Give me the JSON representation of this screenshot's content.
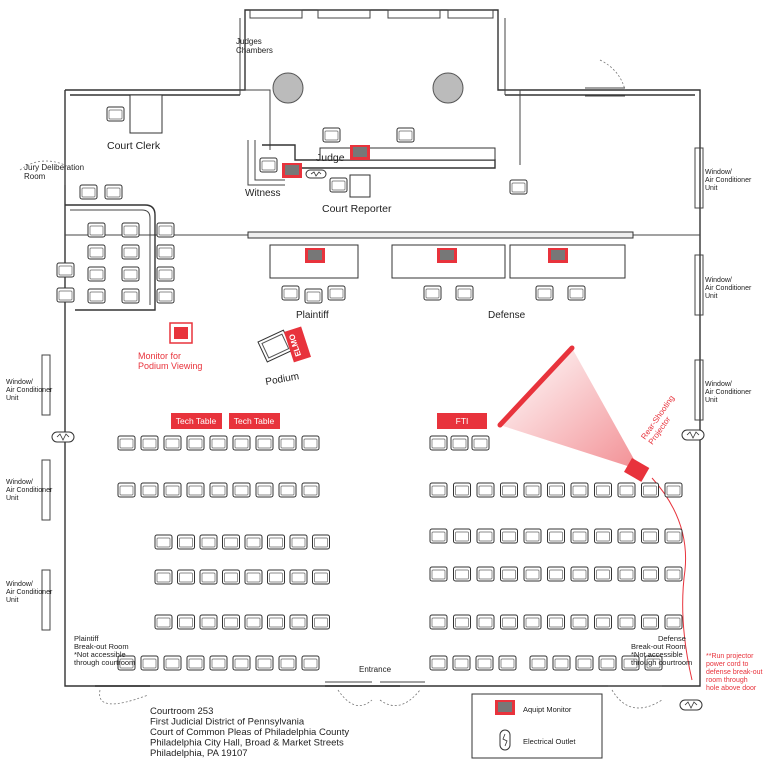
{
  "colors": {
    "accent": "#e8333c",
    "line": "#333333",
    "chair_fill": "#ffffff",
    "screen": "#777777"
  },
  "rooms": {
    "judges_chambers": "Judges Chambers",
    "court_clerk": "Court Clerk",
    "judge": "Judge",
    "witness": "Witness",
    "court_reporter": "Court Reporter",
    "jury_deliberation": "Jury Deliberation Room",
    "plaintiff": "Plaintiff",
    "defense": "Defense",
    "podium": "Podium",
    "entrance": "Entrance",
    "plaintiff_breakout": [
      "Plaintiff",
      "Break-out Room",
      "*Not accessible",
      "through courtroom"
    ],
    "defense_breakout": [
      "Defense",
      "Break-out Room",
      "*Not accessible",
      "through courtroom"
    ]
  },
  "windows": [
    "Window/",
    "Air Conditioner",
    "Unit"
  ],
  "av": {
    "elmo": "ELMO",
    "monitor_podium": [
      "Monitor for",
      "Podium Viewing"
    ],
    "tech_table_1": "Tech Table",
    "tech_table_2": "Tech Table",
    "fti": "FTI",
    "projector": [
      "Rear-Shooting",
      "Projector"
    ],
    "note": [
      "**Run projector",
      "power cord to",
      "defense break-out",
      "room through",
      "hole above door"
    ]
  },
  "address": [
    "Courtroom 253",
    "First Judicial District of Pennsylvania",
    "Court of Common Pleas of Philadelphia County",
    "Philadelphia City Hall, Broad & Market Streets",
    "Philadelphia, PA 19107"
  ],
  "legend": {
    "monitor": "Aquipt Monitor",
    "outlet": "Electrical Outlet"
  }
}
